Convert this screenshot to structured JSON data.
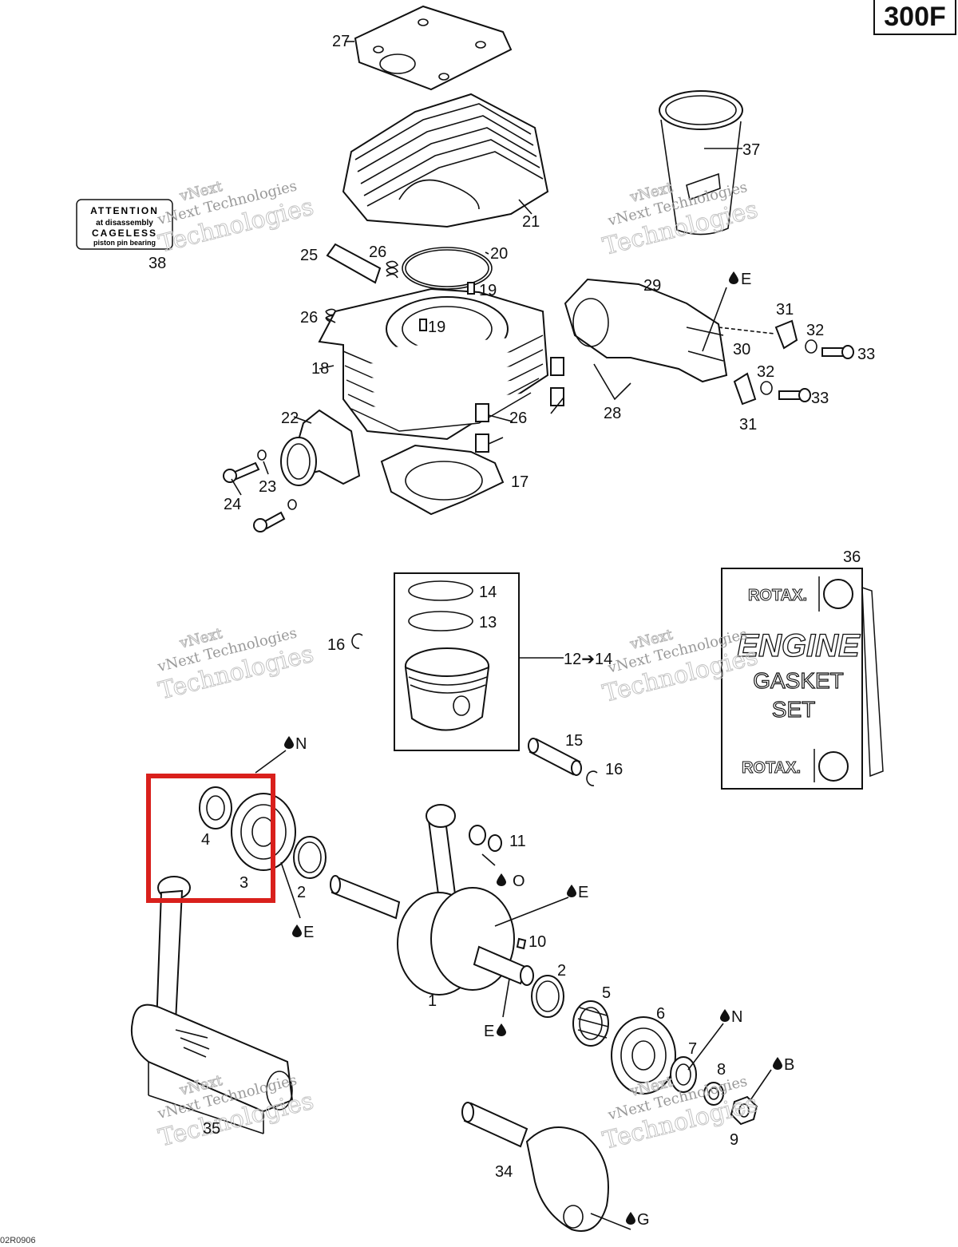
{
  "model_tag": "300F",
  "drawing_code": "02R0906",
  "attention_label": {
    "line1": "ATTENTION",
    "line2": "at disassembly",
    "line3": "CAGELESS",
    "line4": "piston pin bearing"
  },
  "gasket_set": {
    "brand": "ROTAX.",
    "line1": "ENGINE",
    "line2": "GASKET",
    "line3": "SET"
  },
  "watermark": {
    "brand": "vNext",
    "line1": "vNext Technologies",
    "line2": "Technologies"
  },
  "callouts": {
    "p27": "27",
    "p37": "37",
    "p21": "21",
    "p38": "38",
    "p25": "25",
    "p26a": "26",
    "p20": "20",
    "p19a": "19",
    "p19b": "19",
    "p26b": "26",
    "p18": "18",
    "p29": "29",
    "p31a": "31",
    "p32a": "32",
    "p33a": "33",
    "p30": "30",
    "p32b": "32",
    "p33b": "33",
    "p31b": "31",
    "p28": "28",
    "p26c": "26",
    "p22": "22",
    "p23": "23",
    "p24": "24",
    "p17": "17",
    "p36": "36",
    "p14a": "14",
    "p13": "13",
    "p16a": "16",
    "p12": "12➔14",
    "p15": "15",
    "p16b": "16",
    "p4": "4",
    "p3": "3",
    "p2a": "2",
    "p11": "11",
    "p10": "10",
    "p1": "1",
    "p2b": "2",
    "p5": "5",
    "p6": "6",
    "p7": "7",
    "p8": "8",
    "p9": "9",
    "p35": "35",
    "p34": "34"
  },
  "lubricants": {
    "E_top": "E",
    "N_top": "N",
    "E_left": "E",
    "O": "O",
    "E_crank": "E",
    "E_shaft": "E",
    "N_right": "N",
    "B": "B",
    "G": "G"
  },
  "highlight_box_color": "#d9201c"
}
